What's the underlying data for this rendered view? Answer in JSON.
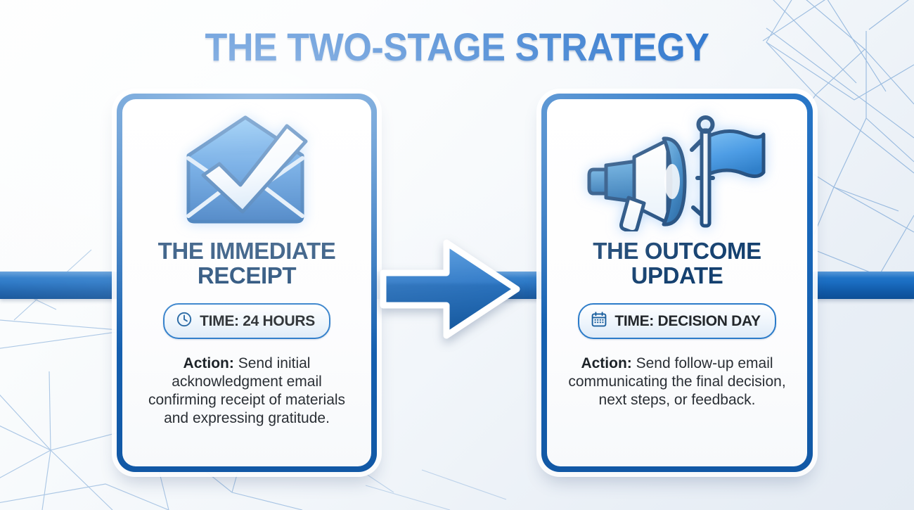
{
  "title": "THE TWO-STAGE STRATEGY",
  "theme": {
    "title_blue": "#1667c8",
    "heading_navy": "#14406f",
    "card_border_blue": "#1158a5",
    "band_blue": "#1b6ec2",
    "pill_border": "#2b7bc9",
    "body_text": "#2a2f35",
    "background": "#f4f7fa"
  },
  "connector": {
    "arrow_name": "stage-progression-arrow",
    "band_name": "timeline-band"
  },
  "stages": [
    {
      "icon": "envelope-check-icon",
      "heading": "THE IMMEDIATE RECEIPT",
      "badge": {
        "icon": "clock-icon",
        "label": "TIME: 24 HOURS"
      },
      "action_label": "Action:",
      "action_text": "Send initial acknowledgment email confirming receipt of materials and expressing gratitude."
    },
    {
      "icon": "megaphone-flag-icon",
      "heading": "THE OUTCOME UPDATE",
      "badge": {
        "icon": "calendar-icon",
        "label": "TIME: DECISION DAY"
      },
      "action_label": "Action:",
      "action_text": "Send follow-up email communicating the final decision, next steps, or feedback."
    }
  ]
}
